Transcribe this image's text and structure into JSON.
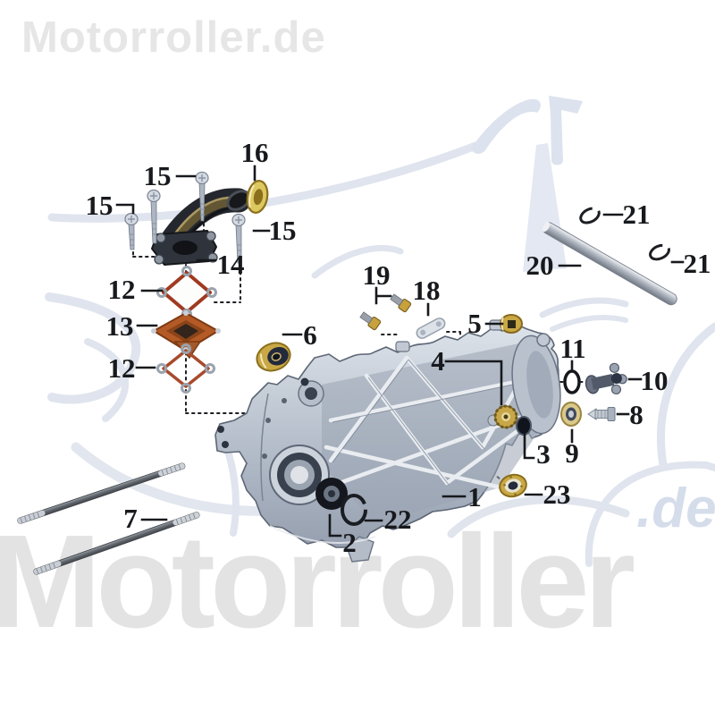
{
  "branding": {
    "logo": "Motorroller.de",
    "watermark_word": "Motorroller",
    "watermark_domain": ".de"
  },
  "diagram": {
    "type": "exploded-parts-diagram",
    "subject": "scooter engine crankcase",
    "callouts": [
      {
        "id": "16",
        "label": "16"
      },
      {
        "id": "15-top",
        "label": "15"
      },
      {
        "id": "15-left",
        "label": "15"
      },
      {
        "id": "15-right",
        "label": "15"
      },
      {
        "id": "14",
        "label": "14"
      },
      {
        "id": "12-upper",
        "label": "12"
      },
      {
        "id": "13",
        "label": "13"
      },
      {
        "id": "12-lower",
        "label": "12"
      },
      {
        "id": "6",
        "label": "6"
      },
      {
        "id": "19",
        "label": "19"
      },
      {
        "id": "18",
        "label": "18"
      },
      {
        "id": "5",
        "label": "5"
      },
      {
        "id": "4",
        "label": "4"
      },
      {
        "id": "11",
        "label": "11"
      },
      {
        "id": "10",
        "label": "10"
      },
      {
        "id": "8",
        "label": "8"
      },
      {
        "id": "9",
        "label": "9"
      },
      {
        "id": "3",
        "label": "3"
      },
      {
        "id": "23",
        "label": "23"
      },
      {
        "id": "1",
        "label": "1"
      },
      {
        "id": "22",
        "label": "22"
      },
      {
        "id": "2",
        "label": "2"
      },
      {
        "id": "7",
        "label": "7"
      },
      {
        "id": "20",
        "label": "20"
      },
      {
        "id": "21-upper",
        "label": "21"
      },
      {
        "id": "21-lower",
        "label": "21"
      }
    ]
  },
  "colors": {
    "background": "#ffffff",
    "watermark_gray": "#e3e3e3",
    "watermark_blue": "#dde3ee",
    "callout_ink": "#17191d",
    "gasket_red": "#a03a20",
    "reed_orange": "#b35a26",
    "brass": "#c9a845",
    "metal_body": "#b8c0cc",
    "dark_tube": "#24272d"
  }
}
